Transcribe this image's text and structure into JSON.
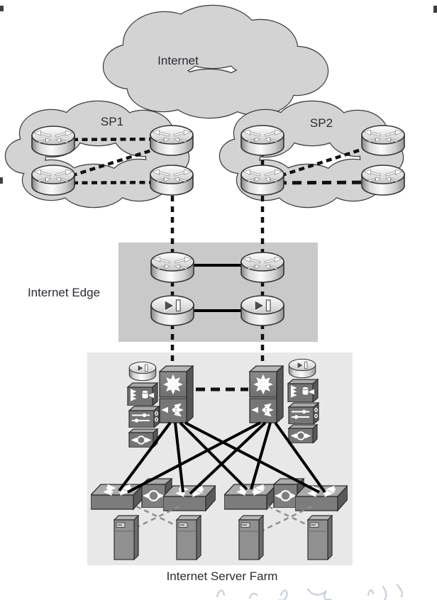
{
  "diagram": {
    "labels": {
      "internet": "Internet",
      "sp1": "SP1",
      "sp2": "SP2",
      "internet_edge": "Internet Edge",
      "internet_server_farm": "Internet Server Farm"
    },
    "colors": {
      "cloud_fill": "#d3d3d3",
      "cloud_stroke": "#3d3d3d",
      "edge_zone_fill": "#c9c9c9",
      "server_farm_fill": "#e8e8e8",
      "link_solid": "#000000",
      "link_dashed": "#111111",
      "server_link_dashed": "#8f8f8f",
      "label_text": "#2a2a32",
      "watermark": "#b8c6d2"
    },
    "icons": [
      "router-icon",
      "firewall-icon",
      "multilayer-switch-icon",
      "content-module-icon",
      "slb-module-icon",
      "network-analysis-module-icon",
      "l2-switch-icon",
      "appliance-icon",
      "server-icon"
    ],
    "counts": {
      "sp_clouds": 2,
      "sp_routers": 8,
      "edge_routers": 2,
      "edge_firewalls": 2,
      "core_multilayer_switches": 2,
      "service_modules_per_side": 4,
      "access_switches": 4,
      "inline_appliances": 2,
      "servers": 4
    }
  }
}
